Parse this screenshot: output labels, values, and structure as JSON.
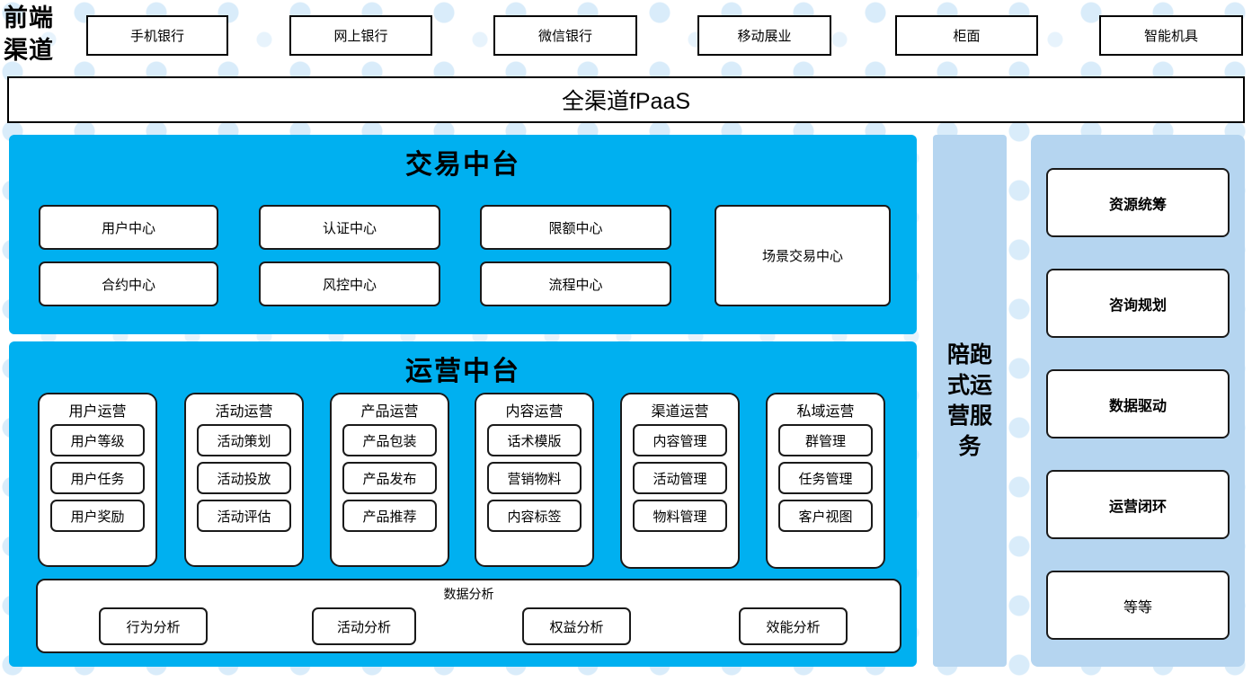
{
  "colors": {
    "cyan_panel": "#00b0f0",
    "light_blue_panel": "#b5d5f0",
    "box_border": "#1a1a1a",
    "box_fill": "#ffffff",
    "background_dots": "#d9ecfa"
  },
  "front_channel": {
    "label": "前端\n渠道",
    "label_line1": "前端",
    "label_line2": "渠道",
    "items": [
      {
        "label": "手机银行"
      },
      {
        "label": "网上银行"
      },
      {
        "label": "微信银行"
      },
      {
        "label": "移动展业"
      },
      {
        "label": "柜面"
      },
      {
        "label": "智能机具"
      }
    ]
  },
  "fpaas": {
    "label": "全渠道fPaaS"
  },
  "trade_center": {
    "title": "交易中台",
    "cards": [
      {
        "label": "用户中心"
      },
      {
        "label": "认证中心"
      },
      {
        "label": "限额中心"
      },
      {
        "label": "合约中心"
      },
      {
        "label": "风控中心"
      },
      {
        "label": "流程中心"
      },
      {
        "label": "场景交易中心"
      }
    ]
  },
  "ops_center": {
    "title": "运营中台",
    "columns": [
      {
        "title": "用户运营",
        "items": [
          {
            "label": "用户等级"
          },
          {
            "label": "用户任务"
          },
          {
            "label": "用户奖励"
          }
        ]
      },
      {
        "title": "活动运营",
        "items": [
          {
            "label": "活动策划"
          },
          {
            "label": "活动投放"
          },
          {
            "label": "活动评估"
          }
        ]
      },
      {
        "title": "产品运营",
        "items": [
          {
            "label": "产品包装"
          },
          {
            "label": "产品发布"
          },
          {
            "label": "产品推荐"
          }
        ]
      },
      {
        "title": "内容运营",
        "items": [
          {
            "label": "话术模版"
          },
          {
            "label": "营销物料"
          },
          {
            "label": "内容标签"
          }
        ]
      },
      {
        "title": "渠道运营",
        "items": [
          {
            "label": "内容管理"
          },
          {
            "label": "活动管理"
          },
          {
            "label": "物料管理"
          }
        ]
      },
      {
        "title": "私域运营",
        "items": [
          {
            "label": "群管理"
          },
          {
            "label": "任务管理"
          },
          {
            "label": "客户视图"
          }
        ]
      }
    ],
    "data_analysis": {
      "title": "数据分析",
      "items": [
        {
          "label": "行为分析"
        },
        {
          "label": "活动分析"
        },
        {
          "label": "权益分析"
        },
        {
          "label": "效能分析"
        }
      ]
    }
  },
  "service_column": {
    "label": "陪跑式运营服务"
  },
  "right_panel": {
    "cards": [
      {
        "label": "资源统筹",
        "bold": true
      },
      {
        "label": "咨询规划",
        "bold": true
      },
      {
        "label": "数据驱动",
        "bold": true
      },
      {
        "label": "运营闭环",
        "bold": true
      },
      {
        "label": "等等",
        "bold": false
      }
    ]
  }
}
